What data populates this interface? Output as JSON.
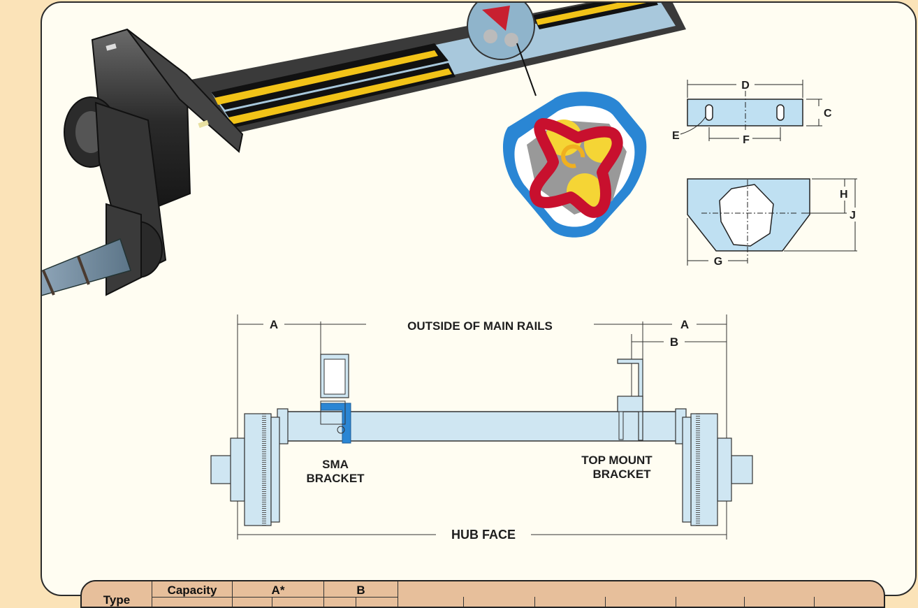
{
  "diagram": {
    "callouts": {
      "d": "D",
      "c": "C",
      "e": "E",
      "f": "F",
      "h": "H",
      "j": "J",
      "g": "G"
    },
    "axle_labels": {
      "a_left": "A",
      "outside_main_rails": "OUTSIDE OF MAIN RAILS",
      "a_right": "A",
      "b": "B",
      "sma_bracket_line1": "SMA",
      "sma_bracket_line2": "BRACKET",
      "top_mount_line1": "TOP MOUNT",
      "top_mount_line2": "BRACKET",
      "hub_face": "HUB FACE"
    }
  },
  "table": {
    "headers": {
      "type": "Type",
      "capacity": "Capacity",
      "a": "A*",
      "b": "B"
    }
  }
}
